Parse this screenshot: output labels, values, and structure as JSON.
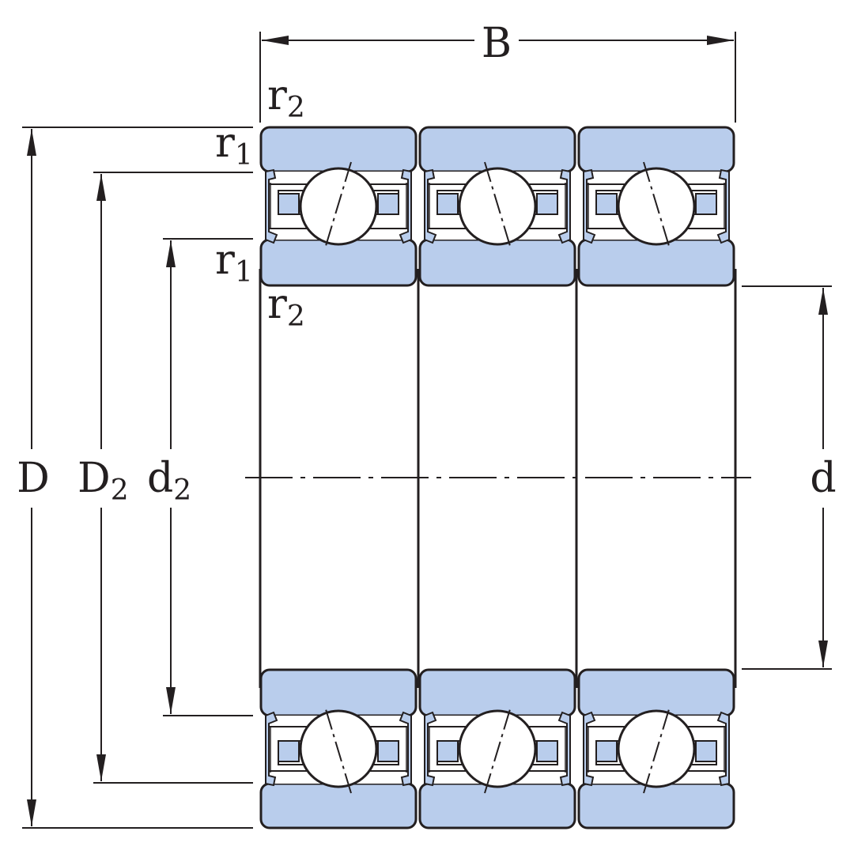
{
  "labels": {
    "width": "B",
    "outer_diameter": "D",
    "outer_shoulder": "D",
    "outer_shoulder_sub": "2",
    "inner_shoulder": "d",
    "inner_shoulder_sub": "2",
    "bore": "d",
    "radius_1": "r",
    "radius_1_sub": "1",
    "radius_2": "r",
    "radius_2_sub": "2"
  },
  "colors": {
    "ring_fill": "#b9cdec",
    "line": "#231f20",
    "background": "#ffffff"
  }
}
